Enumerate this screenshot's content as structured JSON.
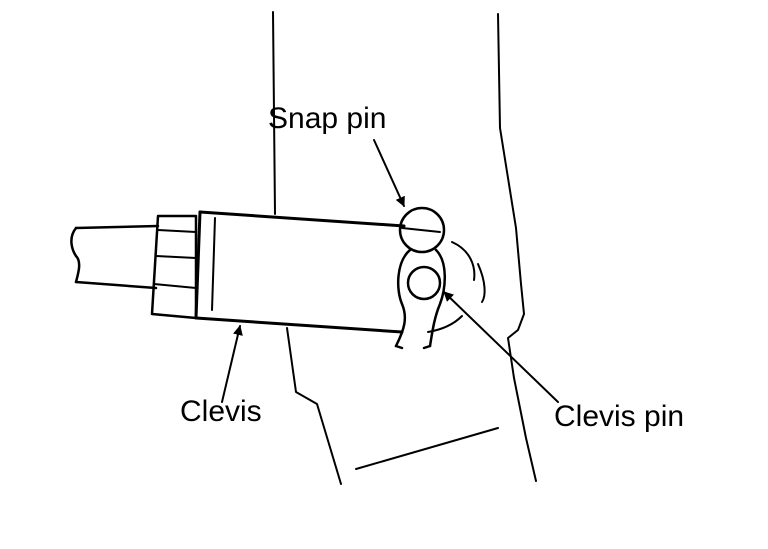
{
  "labels": {
    "snap_pin": "Snap pin",
    "clevis": "Clevis",
    "clevis_pin": "Clevis pin"
  }
}
